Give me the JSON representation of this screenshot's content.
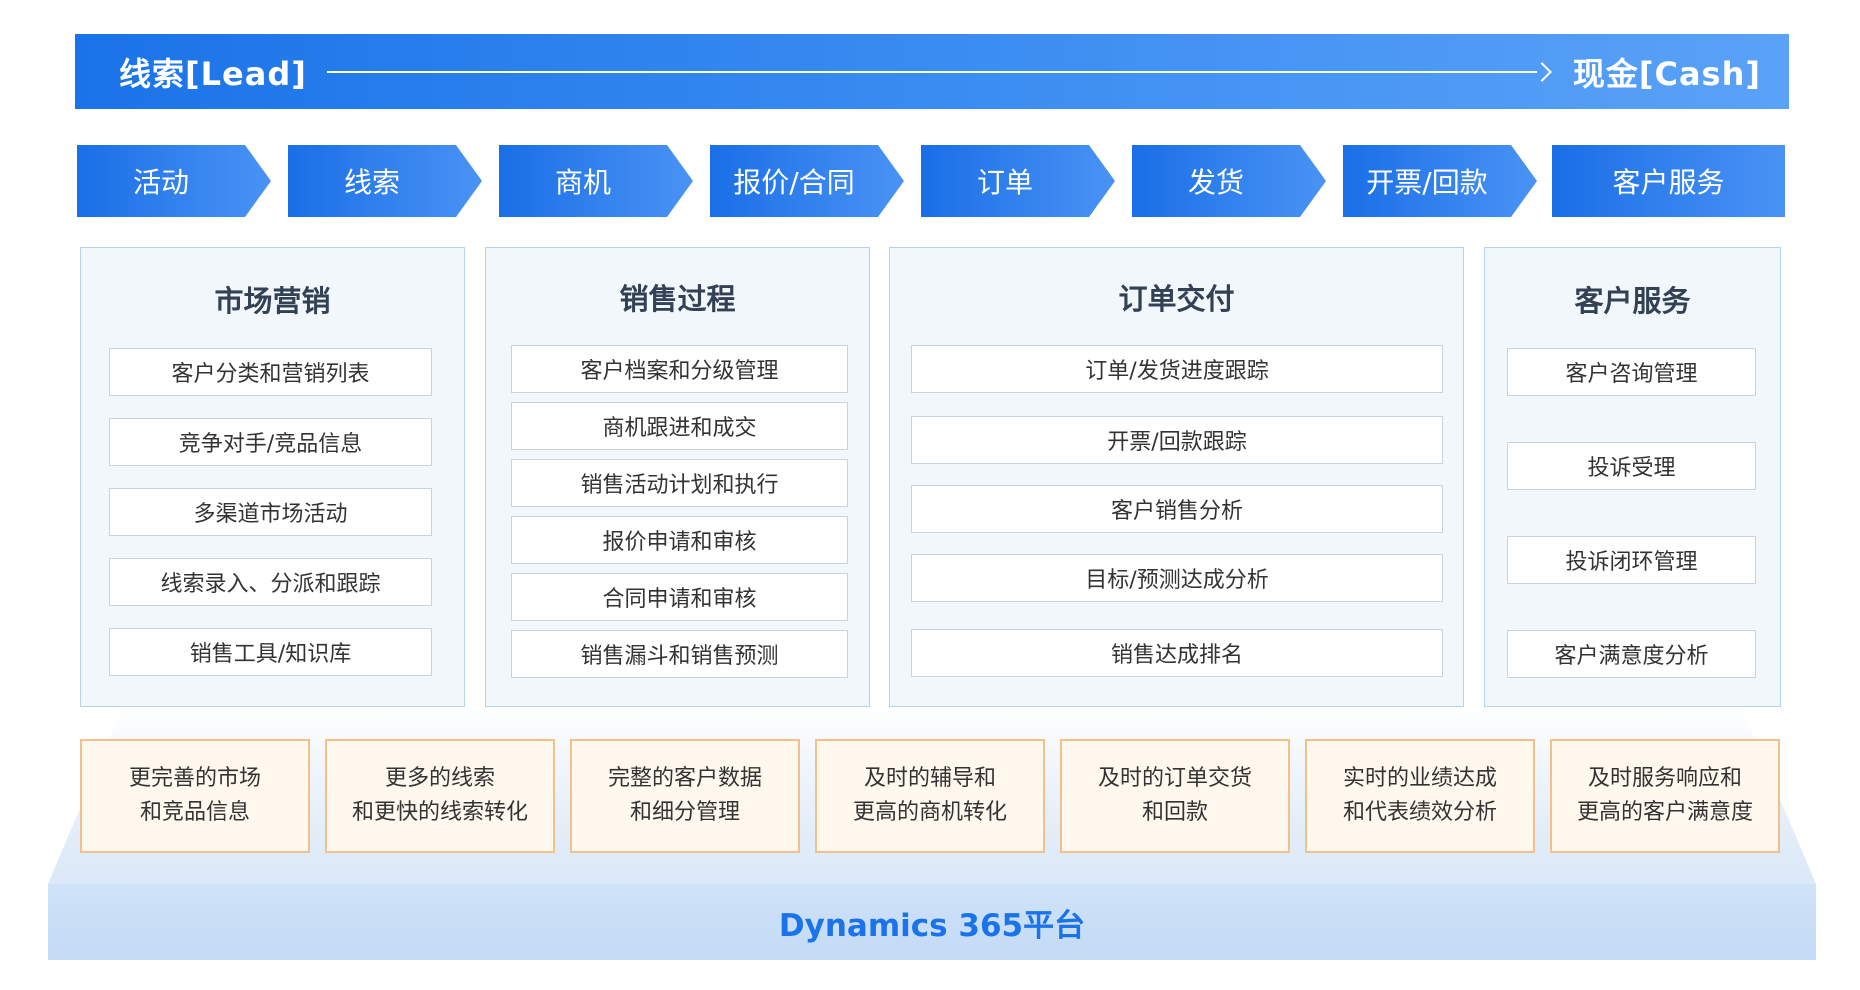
{
  "banner": {
    "left": "线索[Lead]",
    "right": "现金[Cash]"
  },
  "steps": [
    "活动",
    "线索",
    "商机",
    "报价/合同",
    "订单",
    "发货",
    "开票/回款",
    "客户服务"
  ],
  "panels": [
    {
      "title": "市场营销",
      "items": [
        "客户分类和营销列表",
        "竞争对手/竞品信息",
        "多渠道市场活动",
        "线索录入、分派和跟踪",
        "销售工具/知识库"
      ]
    },
    {
      "title": "销售过程",
      "items": [
        "客户档案和分级管理",
        "商机跟进和成交",
        "销售活动计划和执行",
        "报价申请和审核",
        "合同申请和审核",
        "销售漏斗和销售预测"
      ]
    },
    {
      "title": "订单交付",
      "items": [
        "订单/发货进度跟踪",
        "开票/回款跟踪",
        "客户销售分析",
        "目标/预测达成分析",
        "销售达成排名"
      ]
    },
    {
      "title": "客户服务",
      "items": [
        "客户咨询管理",
        "投诉受理",
        "投诉闭环管理",
        "客户满意度分析"
      ]
    }
  ],
  "benefits": [
    {
      "line1": "更完善的市场",
      "line2": "和竞品信息"
    },
    {
      "line1": "更多的线索",
      "line2": "和更快的线索转化"
    },
    {
      "line1": "完整的客户数据",
      "line2": "和细分管理"
    },
    {
      "line1": "及时的辅导和",
      "line2": "更高的商机转化"
    },
    {
      "line1": "及时的订单交货",
      "line2": "和回款"
    },
    {
      "line1": "实时的业绩达成",
      "line2": "和代表绩效分析"
    },
    {
      "line1": "及时服务响应和",
      "line2": "更高的客户满意度"
    }
  ],
  "platform": "Dynamics 365平台",
  "colors": {
    "primary": "#1a73e8",
    "panel_bg": "#f2f7fc",
    "benefit_border": "#f2c088",
    "benefit_bg": "#fff8ee"
  }
}
